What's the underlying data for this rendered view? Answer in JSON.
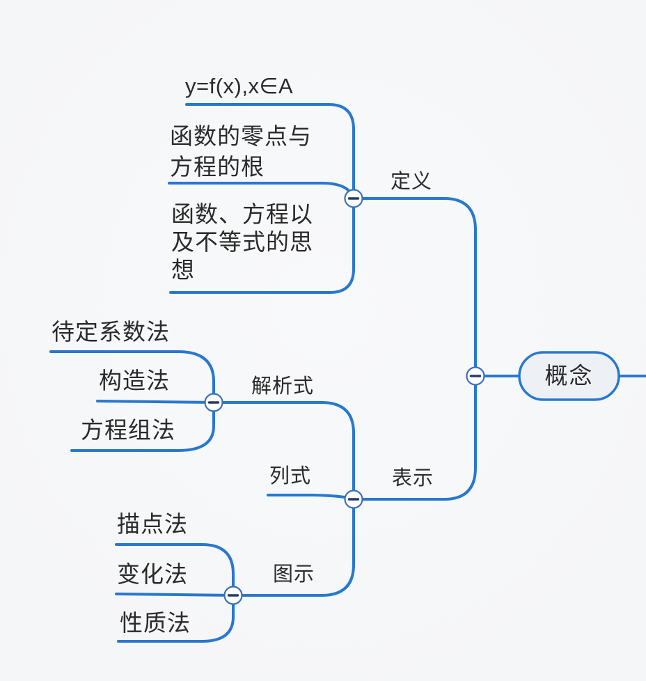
{
  "colors": {
    "line_color": "#2878CE",
    "text_color": "#2a2a2a",
    "node_fill": "#EDF1F6",
    "node_border": "#2878CE",
    "button_border": "#3D6FB5",
    "button_minus": "#253A66",
    "background": "#F4F5F7"
  },
  "mindmap": {
    "root": {
      "label": "概念"
    },
    "branches": [
      {
        "label": "定义",
        "leaves": [
          "y=f(x),x∈A",
          "函数的零点与\n方程的根",
          "函数、方程以\n及不等式的思\n想"
        ]
      },
      {
        "label": "表示",
        "subbranches": [
          {
            "label": "解析式",
            "leaves": [
              "待定系数法",
              "构造法",
              "方程组法"
            ]
          },
          {
            "label": "列式",
            "leaves": []
          },
          {
            "label": "图示",
            "leaves": [
              "描点法",
              "变化法",
              "性质法"
            ]
          }
        ]
      }
    ]
  }
}
